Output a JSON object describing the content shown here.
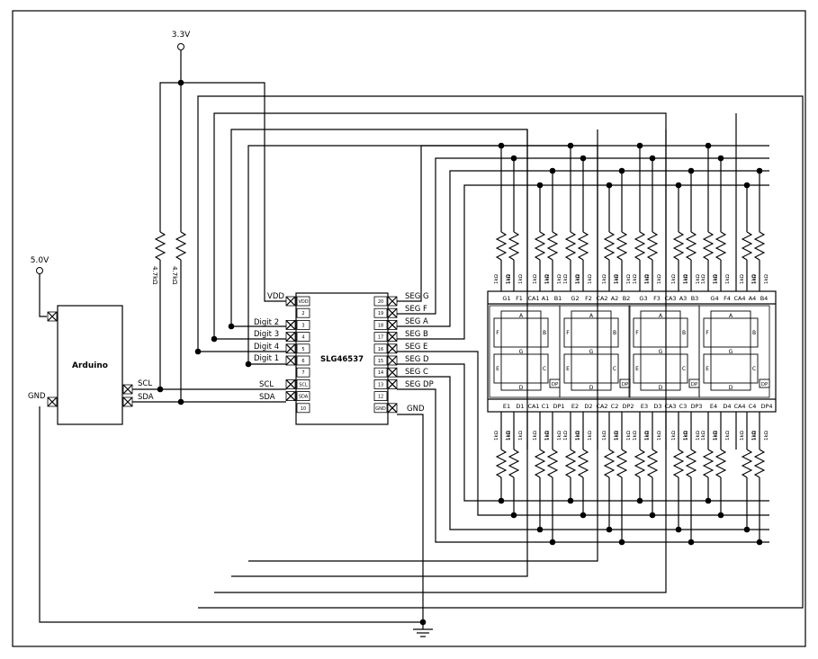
{
  "supplies": {
    "v33": "3.3V",
    "v50": "5.0V"
  },
  "arduino": {
    "label": "Arduino",
    "pins": [
      "SCL",
      "SDA"
    ],
    "gnd": "GND"
  },
  "pullups": [
    "4.7kΩ",
    "4.7kΩ"
  ],
  "chip": {
    "name": "SLG46537",
    "left_pins": [
      "VDD",
      "2",
      "3",
      "4",
      "5",
      "6",
      "7",
      "SCL",
      "SDA",
      "10"
    ],
    "right_pins": [
      "20",
      "19",
      "18",
      "17",
      "16",
      "15",
      "14",
      "13",
      "12",
      "GND"
    ],
    "left_nets": [
      "VDD",
      "Digit 2",
      "Digit 3",
      "Digit 4",
      "Digit 1",
      "SCL",
      "SDA"
    ],
    "right_nets": [
      "SEG G",
      "SEG F",
      "SEG A",
      "SEG B",
      "SEG E",
      "SEG D",
      "SEG C",
      "SEG DP",
      "GND"
    ]
  },
  "display": {
    "top_pins": [
      "G1",
      "F1",
      "CA1",
      "A1",
      "B1",
      "G2",
      "F2",
      "CA2",
      "A2",
      "B2",
      "G3",
      "F3",
      "CA3",
      "A3",
      "B3",
      "G4",
      "F4",
      "CA4",
      "A4",
      "B4"
    ],
    "bottom_pins": [
      "E1",
      "D1",
      "CA1",
      "C1",
      "DP1",
      "E2",
      "D2",
      "CA2",
      "C2",
      "DP2",
      "E3",
      "D3",
      "CA3",
      "C3",
      "DP3",
      "E4",
      "D4",
      "CA4",
      "C4",
      "DP4"
    ],
    "segment_letters": [
      "A",
      "B",
      "C",
      "D",
      "E",
      "F",
      "G"
    ],
    "dp_label": "DP"
  },
  "resistor_label": "1kΩ"
}
